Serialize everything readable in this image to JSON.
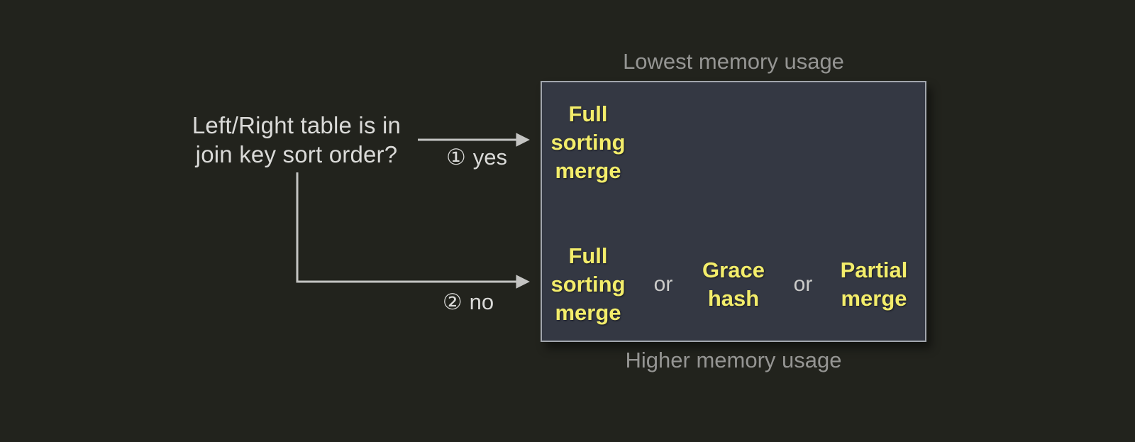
{
  "colors": {
    "background": "#22231d",
    "box_fill": "#343843",
    "box_border": "#a2a6ad",
    "algorithm_text": "#f3ed6b",
    "caption_text": "#959593",
    "body_text": "#dadad8",
    "or_text": "#cbcbc9",
    "line": "#c4c4c2"
  },
  "question": {
    "line1": "Left/Right table is in",
    "line2": "join key sort order?"
  },
  "branches": {
    "yes": {
      "number": "①",
      "label": "yes"
    },
    "no": {
      "number": "②",
      "label": "no"
    }
  },
  "memory_box": {
    "caption_top": "Lowest memory usage",
    "caption_bottom": "Higher memory usage",
    "sorted_row": {
      "algorithms": [
        "Full sorting merge"
      ]
    },
    "unsorted_row": {
      "algorithms": [
        "Full sorting merge",
        "Grace hash",
        "Partial merge"
      ],
      "separator": "or"
    }
  }
}
